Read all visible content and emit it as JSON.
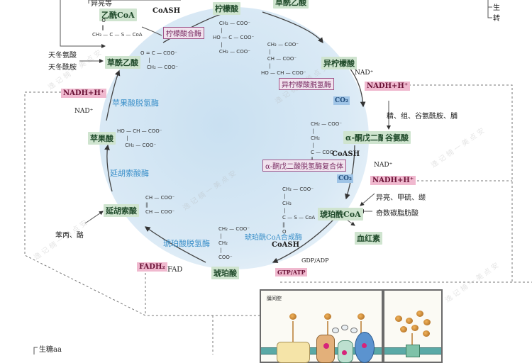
{
  "diagram": {
    "metabolites": {
      "acetyl_coa": "乙酰CoA",
      "oxaloacetate_top": "草酰乙酸",
      "oxaloacetate": "草酰乙酸",
      "citrate": "柠檬酸",
      "isocitrate": "异柠檬酸",
      "alpha_kg": "α-酮戊二酸",
      "glutamate": "谷氨酸",
      "succinyl_coa": "琥珀酰CoA",
      "heme": "血红素",
      "succinate": "琥珀酸",
      "fumarate": "延胡索酸",
      "malate": "苹果酸"
    },
    "enzymes": {
      "citrate_synthase": "柠檬酸合酶",
      "isocitrate_dh": "异柠檬酸脱氢酶",
      "akg_dh_complex": "α-酮戊二酸脱氢酶复合体",
      "succinyl_coa_synthetase": "琥珀酰CoA合成酶",
      "succinate_dh": "琥珀酸脱氢酶",
      "fumarase": "延胡索酸酶",
      "malate_dh": "苹果酸脱氢酶"
    },
    "cofactors": {
      "coash_1": "CoASH",
      "coash_2": "CoASH",
      "coash_3": "CoASH",
      "nad_1": "NAD⁺",
      "nadh_1": "NADH+H⁺",
      "co2_1": "CO₂",
      "nad_2": "NAD⁺",
      "nadh_2": "NADH+H⁺",
      "co2_2": "CO₂",
      "nad_3": "NAD⁺",
      "nadh_3": "NADH+H⁺",
      "gdp_adp": "GDP/ADP",
      "gtp_atp": "GTP/ATP",
      "fad": "FAD",
      "fadh2": "FADH₂"
    },
    "inputs": {
      "aspartate": "天冬氨酸",
      "asparagine": "天冬酰胺",
      "glu_sources": "精、组、谷氨酰胺、脯",
      "ile_met_val": "异亮、甲硫、缬",
      "odd_fatty_acids": "奇数碳脂肪酸",
      "phe_tyr": "苯丙、酪",
      "top_partial": "异亮等"
    },
    "structures": {
      "acetyl_coa": "      O\n      ‖\nCH₃ — C — S — CoA",
      "citrate": "    CH₂ — COO⁻\n     |\nHO — C — COO⁻\n     |\n    CH₂ — COO⁻",
      "oxaloacetate": "O = C — COO⁻\n     |\n    CH₂ — COO⁻",
      "isocitrate": "    CH₂ — COO⁻\n     |\n    CH — COO⁻\n     |\nHO — CH — COO⁻",
      "alpha_kg": "CH₂ — COO⁻\n |\nCH₂\n |\nC — COO⁻\n‖\nO",
      "succinyl_coa": "CH₂ — COO⁻\n |\nCH₂\n |\nC — S — CoA\n‖\nO",
      "succinate": "CH₂ — COO⁻\n |\nCH₂\n |\nCOO⁻",
      "fumarate": "CH — COO⁻\n‖\nCH — COO⁻",
      "malate": "HO — CH — COO⁻\n      |\n     CH₂ — COO⁻"
    },
    "right_edge": {
      "item1": "生",
      "item2": "转"
    },
    "bottom_left": {
      "label": "生糖aa"
    },
    "inset": {
      "label": "膜间腔"
    },
    "colors": {
      "metabolite_bg": "#cfe4cf",
      "nadh_bg": "#f0b9cf",
      "enzyme_border": "#a0578b",
      "co2_bg": "#9fc4e6",
      "cycle_bg": "#d9e9f5",
      "enzyme_blue_text": "#3a8fc9",
      "membrane": "#5aa9a6"
    }
  }
}
